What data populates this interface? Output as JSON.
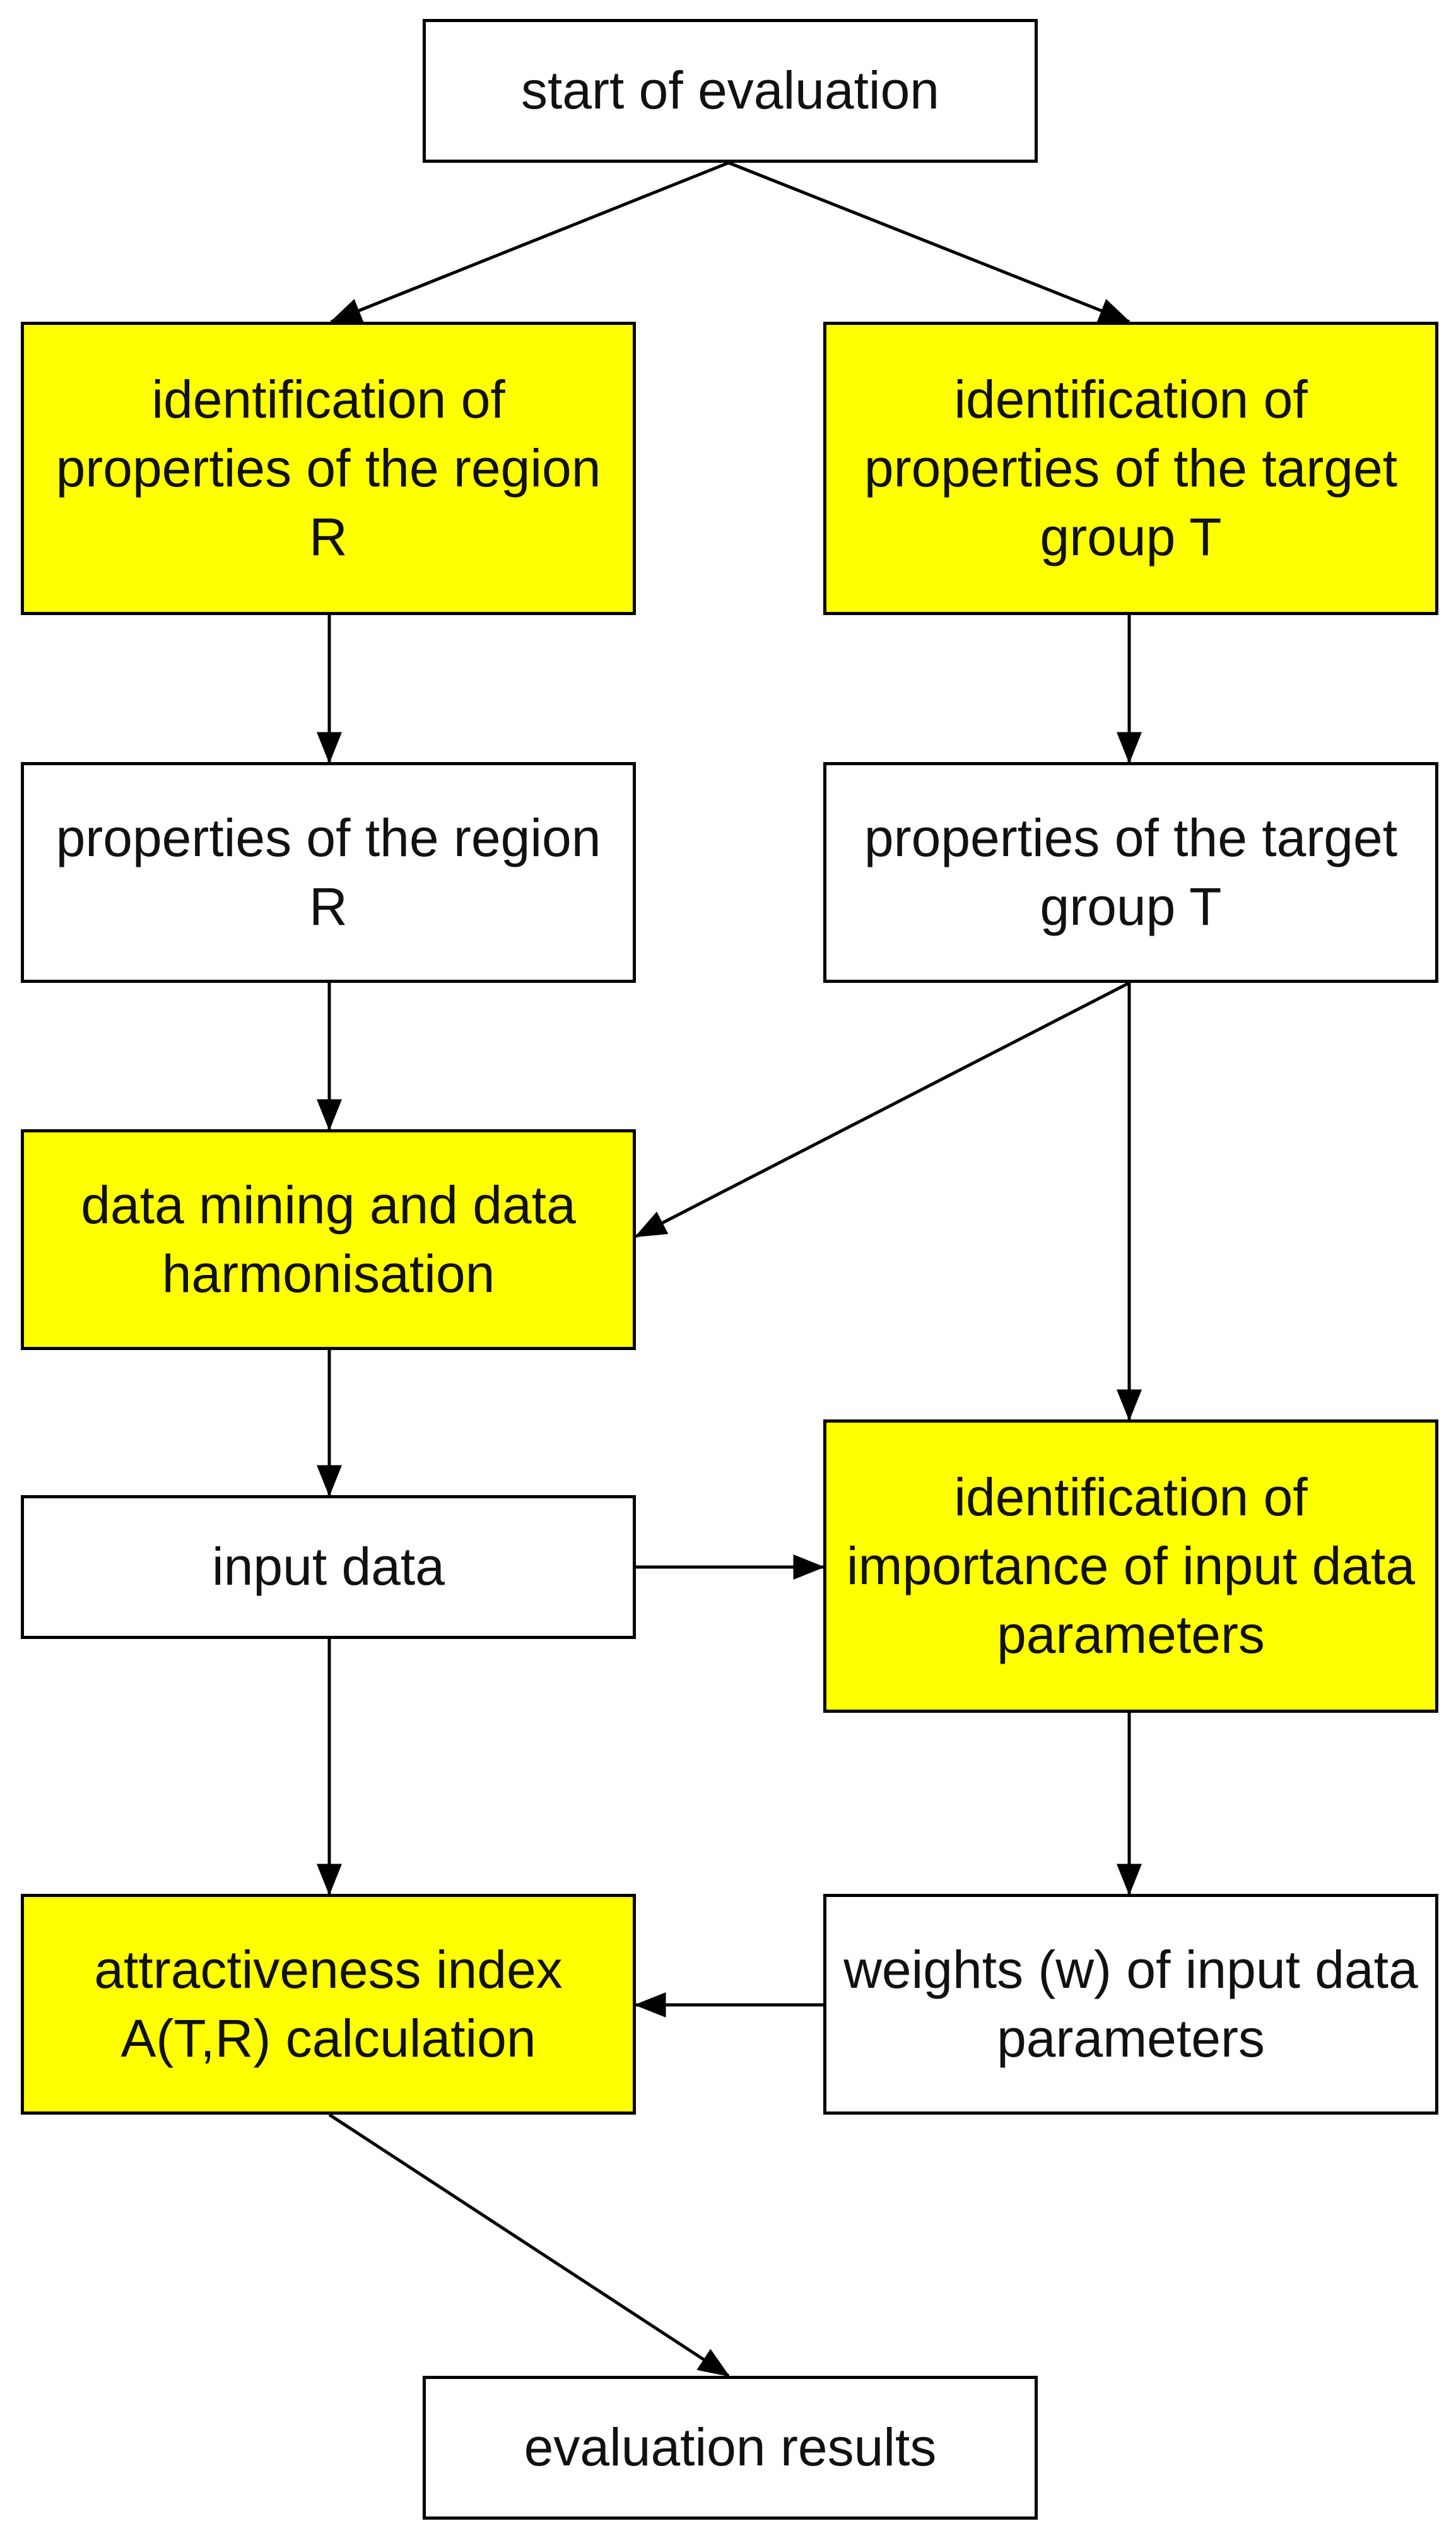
{
  "colors": {
    "highlight": "#ffff00",
    "plain": "#ffffff",
    "border": "#000000"
  },
  "nodes": {
    "start": {
      "label": "start of evaluation",
      "style": "plain"
    },
    "id_region": {
      "label": "identification of properties of the region R",
      "style": "highlight"
    },
    "id_target": {
      "label": "identification of properties of the target group T",
      "style": "highlight"
    },
    "prop_region": {
      "label": "properties of the region R",
      "style": "plain"
    },
    "prop_target": {
      "label": "properties of the target group T",
      "style": "plain"
    },
    "data_mining": {
      "label": "data mining and data harmonisation",
      "style": "highlight"
    },
    "input_data": {
      "label": "input data",
      "style": "plain"
    },
    "id_importance": {
      "label": "identification of importance of input data parameters",
      "style": "highlight"
    },
    "attractiveness": {
      "label": "attractiveness index A(T,R) calculation",
      "style": "highlight"
    },
    "weights": {
      "label": "weights (w) of input data parameters",
      "style": "plain"
    },
    "results": {
      "label": "evaluation results",
      "style": "plain"
    }
  },
  "edges": [
    {
      "from": "start",
      "to": "id_region"
    },
    {
      "from": "start",
      "to": "id_target"
    },
    {
      "from": "id_region",
      "to": "prop_region"
    },
    {
      "from": "id_target",
      "to": "prop_target"
    },
    {
      "from": "prop_region",
      "to": "data_mining"
    },
    {
      "from": "prop_target",
      "to": "data_mining"
    },
    {
      "from": "prop_target",
      "to": "id_importance"
    },
    {
      "from": "data_mining",
      "to": "input_data"
    },
    {
      "from": "input_data",
      "to": "id_importance"
    },
    {
      "from": "input_data",
      "to": "attractiveness"
    },
    {
      "from": "id_importance",
      "to": "weights"
    },
    {
      "from": "weights",
      "to": "attractiveness"
    },
    {
      "from": "attractiveness",
      "to": "results"
    }
  ]
}
